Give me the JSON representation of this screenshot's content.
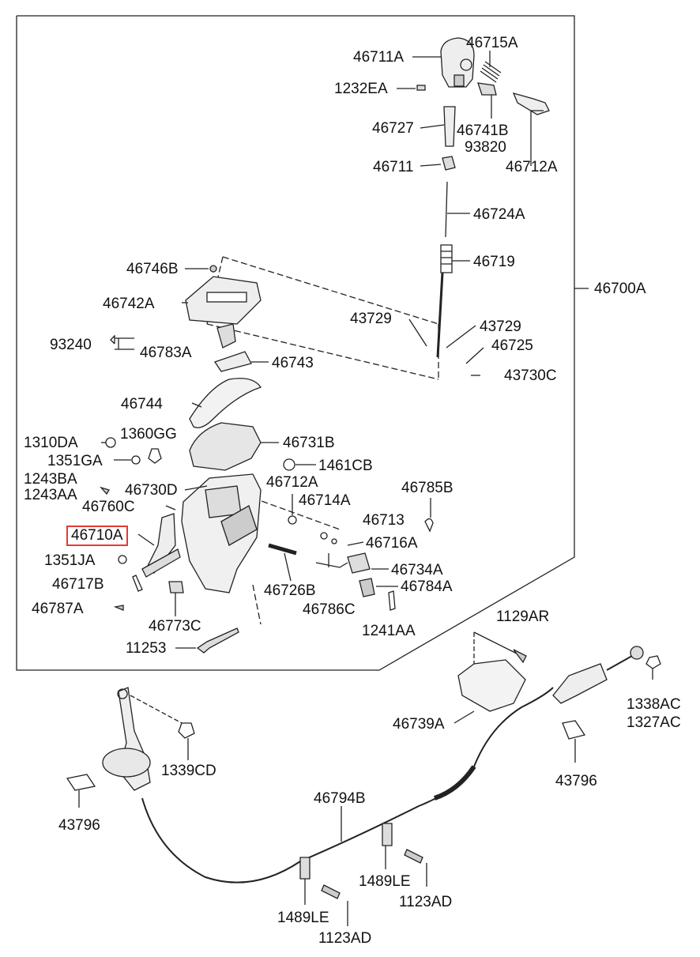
{
  "diagram": {
    "highlight_color": "#e53935",
    "assembly_label": "46700A",
    "labels": {
      "p46711A": "46711A",
      "p46715A": "46715A",
      "p1232EA": "1232EA",
      "p46727": "46727",
      "p46741B": "46741B",
      "p93820": "93820",
      "p46712A_top": "46712A",
      "p46711": "46711",
      "p46724A": "46724A",
      "p46719": "46719",
      "p46746B": "46746B",
      "p46742A": "46742A",
      "p43729_l": "43729",
      "p43729_r": "43729",
      "p46725": "46725",
      "p93240": "93240",
      "p46783A": "46783A",
      "p46743": "46743",
      "p43730C": "43730C",
      "p46744": "46744",
      "p1310DA": "1310DA",
      "p1360GG": "1360GG",
      "p46731B": "46731B",
      "p1351GA": "1351GA",
      "p1461CB": "1461CB",
      "p1243BA": "1243BA",
      "p1243AA": "1243AA",
      "p46730D": "46730D",
      "p46712A_mid": "46712A",
      "p46785B": "46785B",
      "p46760C": "46760C",
      "p46714A": "46714A",
      "p46710A": "46710A",
      "p46713": "46713",
      "p46716A": "46716A",
      "p1351JA": "1351JA",
      "p46734A": "46734A",
      "p46717B": "46717B",
      "p46726B": "46726B",
      "p46784A": "46784A",
      "p46787A": "46787A",
      "p46786C": "46786C",
      "p46773C": "46773C",
      "p1241AA": "1241AA",
      "p1129AR": "1129AR",
      "p11253": "11253",
      "p1338AC": "1338AC",
      "p1327AC": "1327AC",
      "p46739A": "46739A",
      "p1339CD": "1339CD",
      "p43796_r": "43796",
      "p43796_l": "43796",
      "p46794B": "46794B",
      "p1489LE_r": "1489LE",
      "p1123AD_r": "1123AD",
      "p1489LE_l": "1489LE",
      "p1123AD_l": "1123AD"
    }
  }
}
